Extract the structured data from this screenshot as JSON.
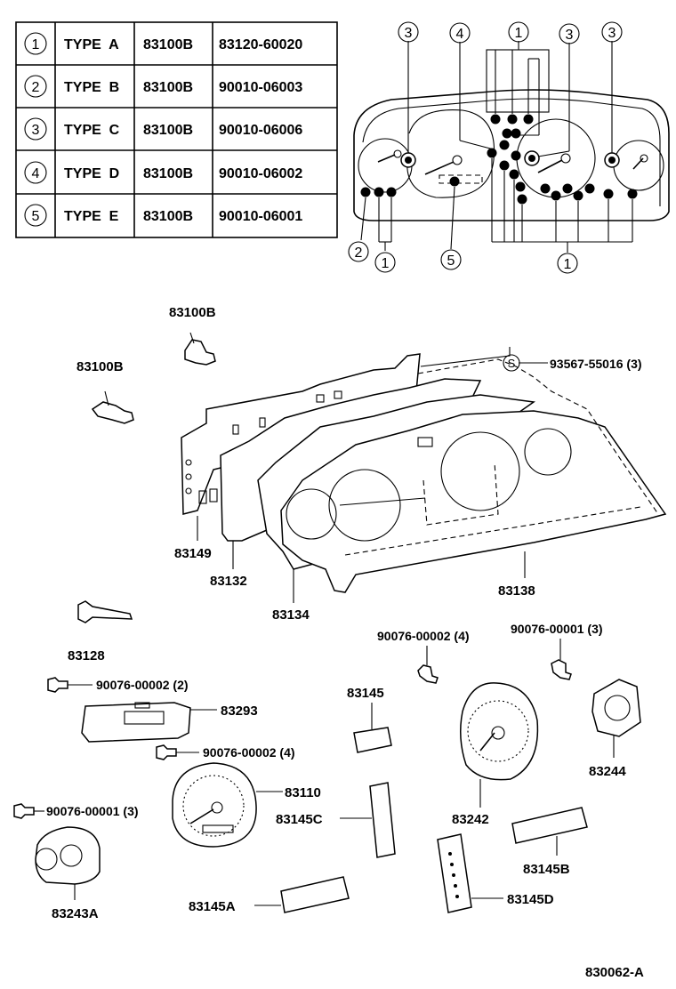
{
  "bulb_table": {
    "rows": [
      {
        "mark": "1",
        "type": "TYPE  A",
        "part": "83100B",
        "number": "83120-60020"
      },
      {
        "mark": "2",
        "type": "TYPE  B",
        "part": "83100B",
        "number": "90010-06003"
      },
      {
        "mark": "3",
        "type": "TYPE  C",
        "part": "83100B",
        "number": "90010-06006"
      },
      {
        "mark": "4",
        "type": "TYPE  D",
        "part": "83100B",
        "number": "90010-06002"
      },
      {
        "mark": "5",
        "type": "TYPE  E",
        "part": "83100B",
        "number": "90010-06001"
      }
    ]
  },
  "cluster_callouts": {
    "top": [
      "3",
      "4",
      "1",
      "3",
      "3"
    ],
    "bottom": [
      "2",
      "1",
      "5",
      "1"
    ]
  },
  "labels": {
    "bulb_top": "83100B",
    "bulb_left": "83100B",
    "screw": "93567-55016 (3)",
    "screw_mark": "S",
    "p83149": "83149",
    "p83132": "83132",
    "p83134": "83134",
    "p83138": "83138",
    "p83128": "83128",
    "screw_90076_2": "90076-00002 (2)",
    "p83293": "83293",
    "screw_90076_4a": "90076-00002 (4)",
    "p83110": "83110",
    "screw_90076_1a": "90076-00001 (3)",
    "p83243a": "83243A",
    "p83145c": "83145C",
    "p83145a": "83145A",
    "p83145": "83145",
    "screw_90076_4b": "90076-00002 (4)",
    "screw_90076_1b": "90076-00001 (3)",
    "p83242": "83242",
    "p83244": "83244",
    "p83145b": "83145B",
    "p83145d": "83145D",
    "diagram_code": "830062-A"
  }
}
